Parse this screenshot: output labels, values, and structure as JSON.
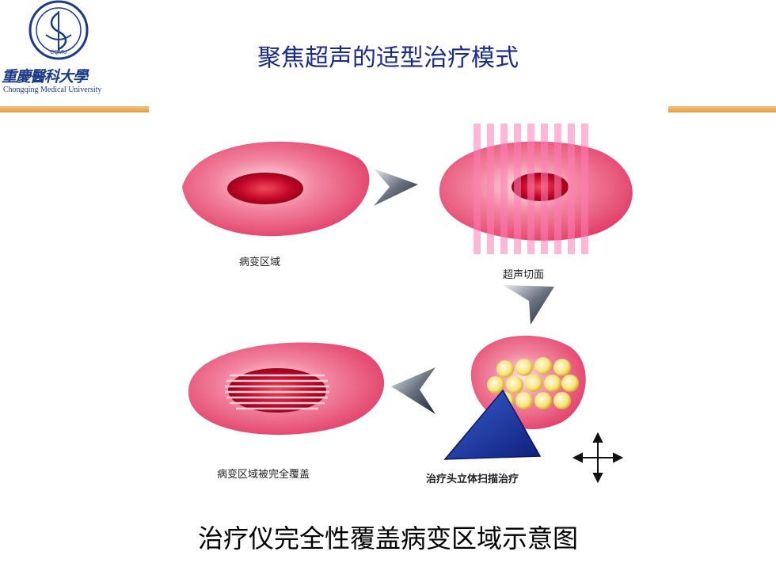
{
  "header": {
    "logo_seal_text": "CQMU",
    "logo_cn": "重慶醫科大學",
    "logo_en": "Chongqing Medical University",
    "title": "聚焦超声的适型治疗模式"
  },
  "diagram": {
    "labels": {
      "lesion": "病变区域",
      "ultrasound_section": "超声切面",
      "covered": "病变区域被完全覆盖",
      "scan": "治疗头立体扫描治疗"
    }
  },
  "caption": "治疗仪完全性覆盖病变区域示意图",
  "colors": {
    "title": "#1b2a8c",
    "tissue": "#e8456e",
    "lesion": "#b5001e",
    "triangle": "#1a3a9c",
    "bead": "#f0d030",
    "rule": "#e59a3a"
  }
}
